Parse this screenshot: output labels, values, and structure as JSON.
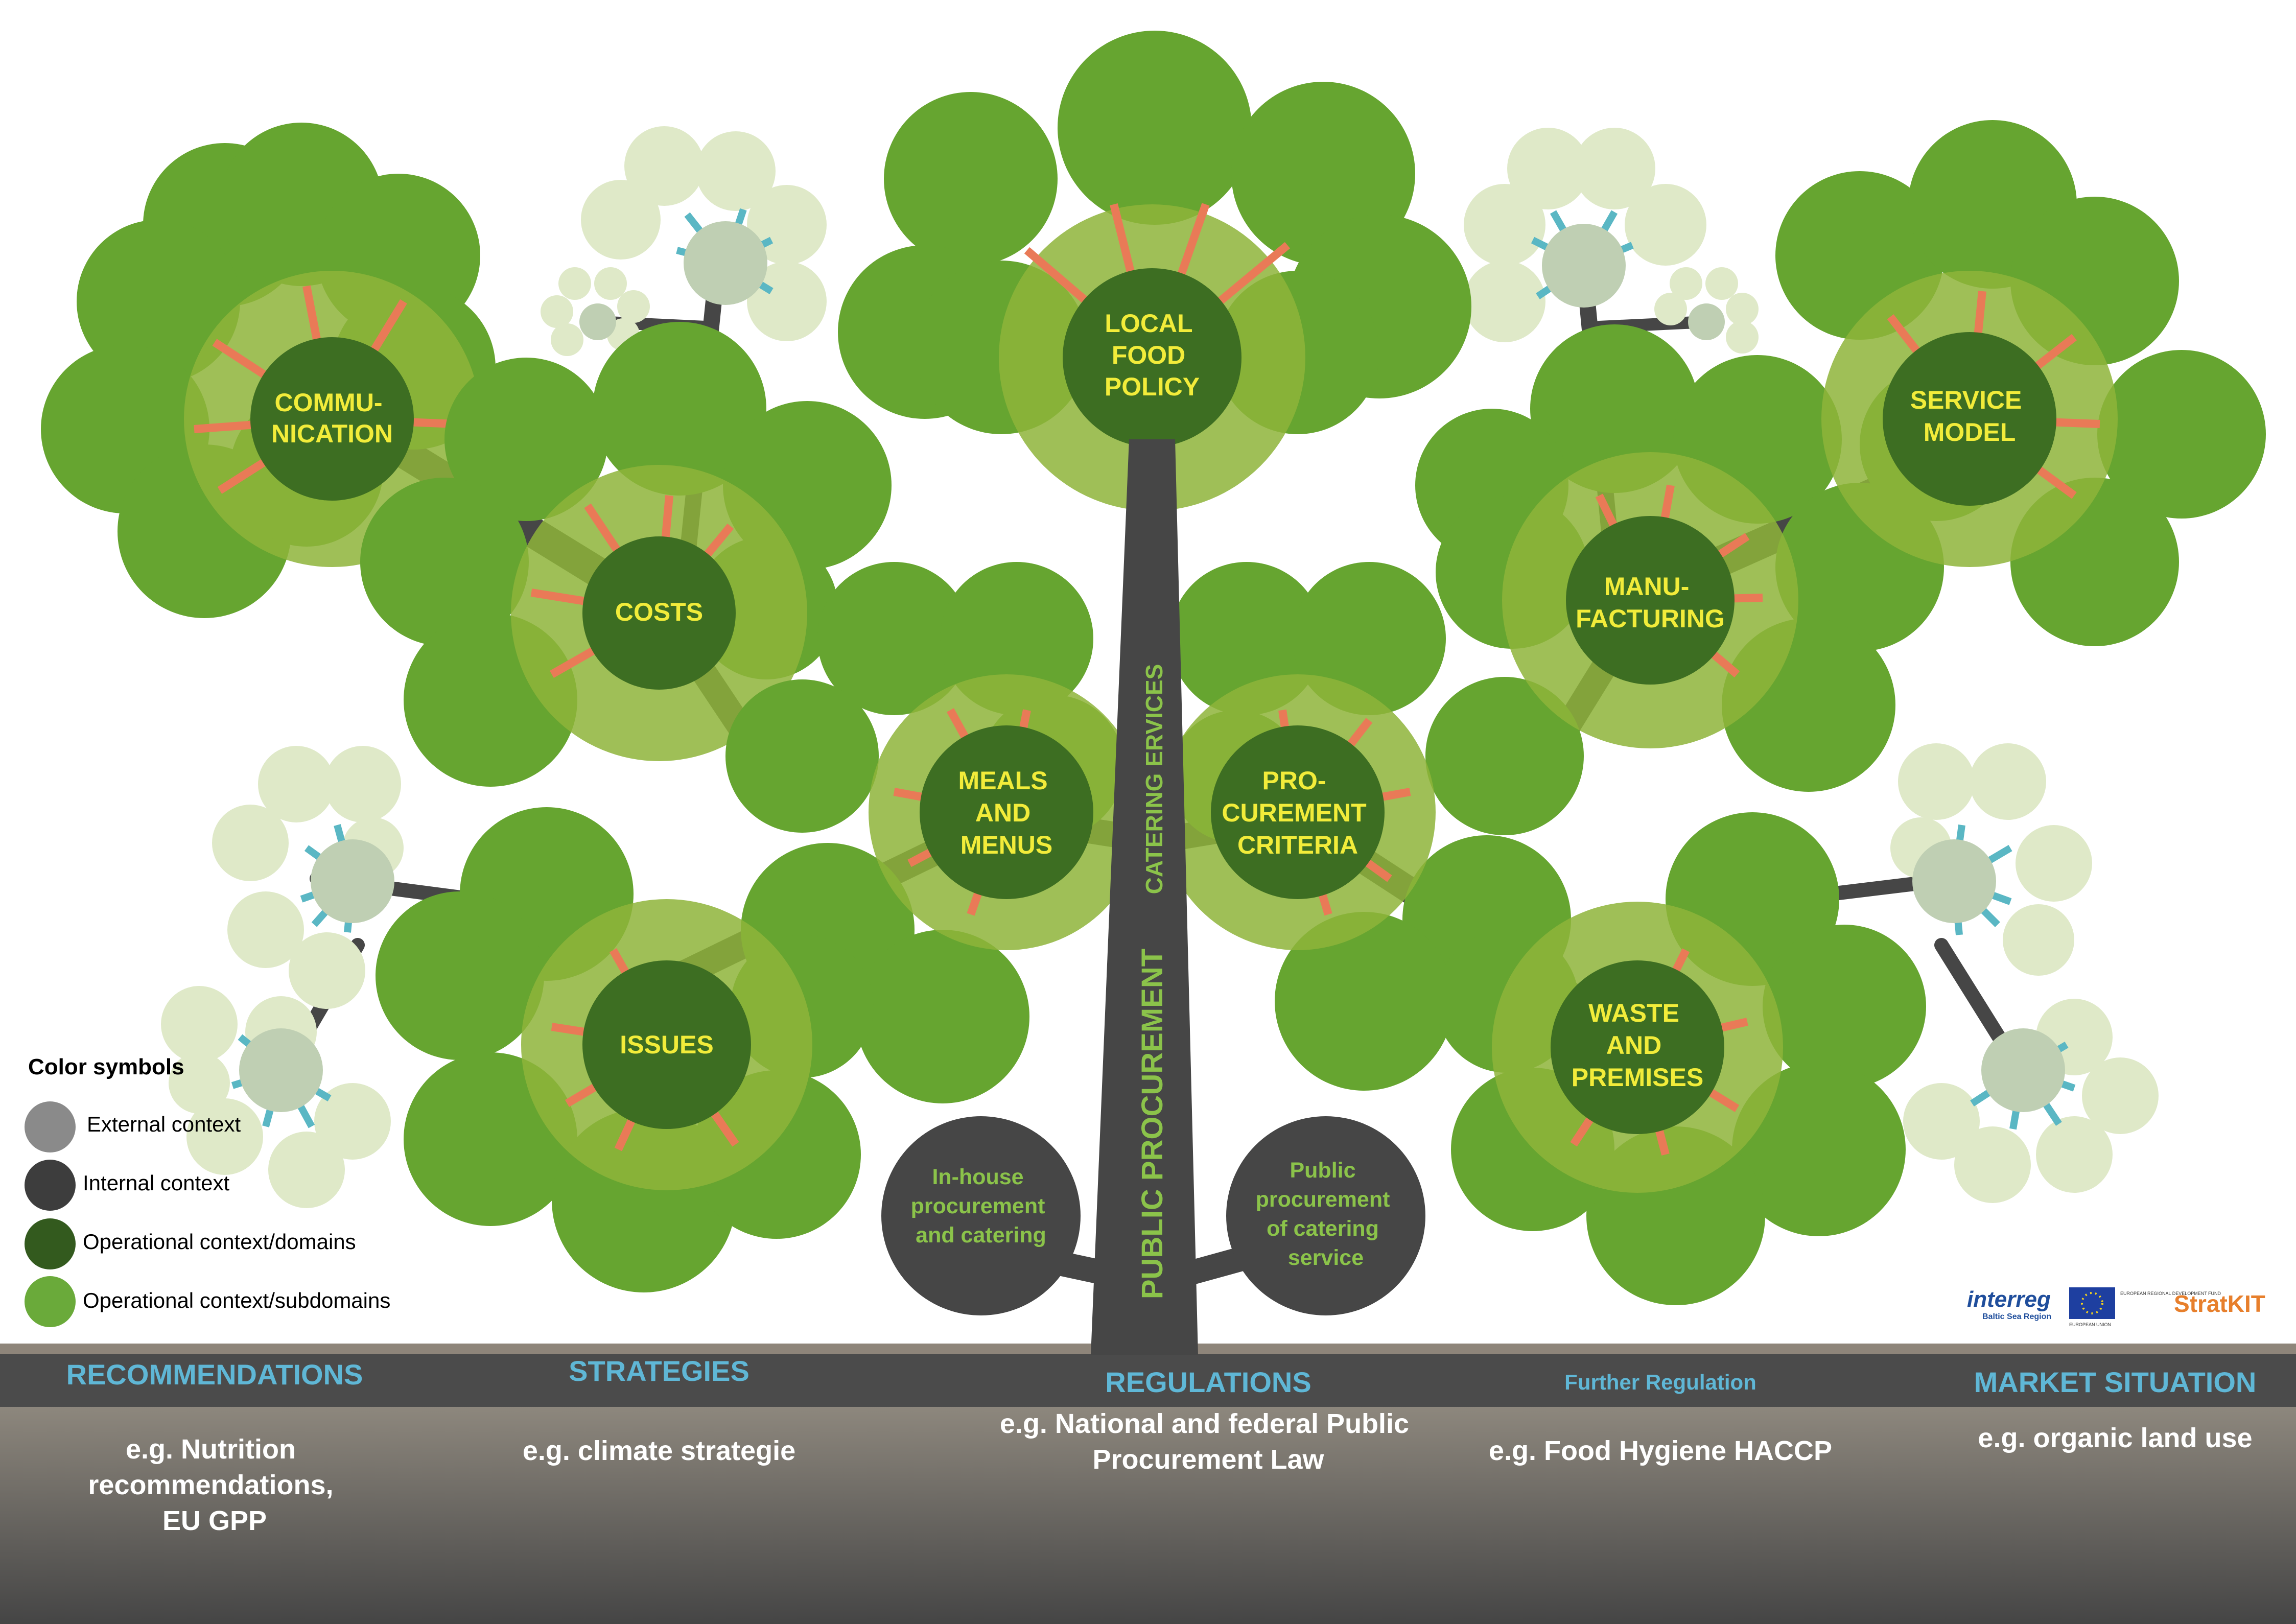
{
  "trunk": {
    "upper_label": "CATERING ERVICES",
    "lower_label": "PUBLIC PROCUREMENT"
  },
  "domains": {
    "local_food_policy": [
      "LOCAL",
      "FOOD",
      "POLICY"
    ],
    "communication": [
      "COMMU-",
      "NICATION"
    ],
    "costs": [
      "COSTS"
    ],
    "meals_and_menus": [
      "MEALS",
      "AND",
      "MENUS"
    ],
    "procurement_criteria": [
      "PRO-",
      "CUREMENT",
      "CRITERIA"
    ],
    "manufacturing": [
      "MANU-",
      "FACTURING"
    ],
    "service_model": [
      "SERVICE",
      "MODEL"
    ],
    "issues": [
      "ISSUES"
    ],
    "waste_and_premises": [
      "WASTE",
      "AND",
      "PREMISES"
    ]
  },
  "internal_context": {
    "inhouse": [
      "In-house",
      "procurement",
      "and catering"
    ],
    "public_catering": [
      "Public",
      "procurement",
      "of catering",
      "service"
    ]
  },
  "legend": {
    "title": "Color symbols",
    "items": [
      {
        "label": "External context",
        "color": "#8a8a8a"
      },
      {
        "label": "Internal context",
        "color": "#3d3d3d"
      },
      {
        "label": "Operational context/domains",
        "color": "#335a1e"
      },
      {
        "label": "Operational context/subdomains",
        "color": "#6aaa3a"
      }
    ]
  },
  "ground": {
    "recommendations": {
      "heading": "RECOMMENDATIONS",
      "lines": [
        "e.g. Nutrition",
        "recommendations,",
        "EU GPP"
      ]
    },
    "strategies": {
      "heading": "STRATEGIES",
      "lines": [
        "e.g.  climate strategie"
      ]
    },
    "regulations": {
      "heading": "REGULATIONS",
      "lines": [
        "e.g. National and federal Public",
        "Procurement Law"
      ]
    },
    "further_regulation": {
      "heading": "Further Regulation",
      "lines": [
        "e.g. Food Hygiene HACCP"
      ]
    },
    "market_situation": {
      "heading": "MARKET SITUATION",
      "lines": [
        "e.g. organic land use"
      ]
    }
  },
  "logos": {
    "interreg": "interreg",
    "interreg_sub": "Baltic Sea Region",
    "eu_text": "EUROPEAN REGIONAL DEVELOPMENT FUND",
    "eu_sub": "EUROPEAN UNION",
    "stratkit": "StratKIT"
  },
  "colors": {
    "leaf": "#66a530",
    "leaf_pale": "#dfe9c8",
    "domain": "#3d6e22",
    "halo": "#8eb43a",
    "spoke": "#e97a57",
    "trunk": "#464646",
    "external": "#bfcfb3",
    "teal_spoke": "#5ab7c4",
    "ground_band": "#4b4b4b"
  }
}
